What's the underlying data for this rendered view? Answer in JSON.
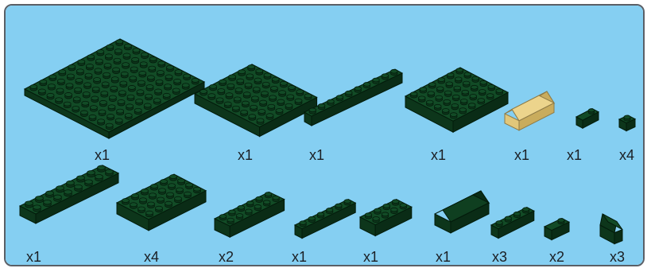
{
  "panel": {
    "background": "#85cff2",
    "border": "#5a5f66"
  },
  "colors": {
    "brick_green_top": "#124b26",
    "brick_green_left": "#0d361b",
    "brick_green_right": "#0a2c16",
    "stud_outline": "#031b0b",
    "brick_tan": "#f6e3a3",
    "brick_tan_outline": "#8d7a46"
  },
  "parts": {
    "row1": [
      {
        "name": "baseplate-large",
        "quantity": "x1"
      },
      {
        "name": "plate-medium",
        "quantity": "x1"
      },
      {
        "name": "brick-long-1x10",
        "quantity": "x1"
      },
      {
        "name": "plate-medium-2",
        "quantity": "x1"
      },
      {
        "name": "roof-brick-tan",
        "quantity": "x1"
      },
      {
        "name": "small-slope",
        "quantity": "x1"
      },
      {
        "name": "brick-1x1",
        "quantity": "x4"
      }
    ],
    "row2": [
      {
        "name": "plate-2x8",
        "quantity": "x1"
      },
      {
        "name": "plate-4x6",
        "quantity": "x4"
      },
      {
        "name": "brick-2x6",
        "quantity": "x2"
      },
      {
        "name": "brick-1x6",
        "quantity": "x1"
      },
      {
        "name": "brick-2x4",
        "quantity": "x1"
      },
      {
        "name": "roof-brick-green",
        "quantity": "x1"
      },
      {
        "name": "brick-1x4",
        "quantity": "x3"
      },
      {
        "name": "brick-1x2-slope",
        "quantity": "x2"
      },
      {
        "name": "slope-1x2",
        "quantity": "x3"
      }
    ]
  }
}
